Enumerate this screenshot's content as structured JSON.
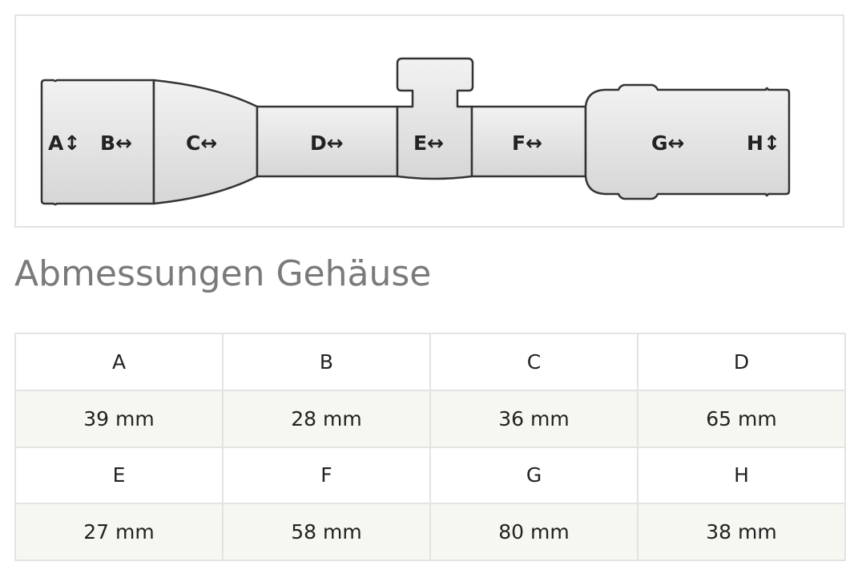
{
  "diagram": {
    "labels": [
      {
        "letter": "A",
        "arrow": "↕"
      },
      {
        "letter": "B",
        "arrow": "↔"
      },
      {
        "letter": "C",
        "arrow": "↔"
      },
      {
        "letter": "D",
        "arrow": "↔"
      },
      {
        "letter": "E",
        "arrow": "↔"
      },
      {
        "letter": "F",
        "arrow": "↔"
      },
      {
        "letter": "G",
        "arrow": "↔"
      },
      {
        "letter": "H",
        "arrow": "↕"
      }
    ],
    "fill_color": "#e6e6e6",
    "stroke_color": "#333333"
  },
  "title": "Abmessungen Gehäuse",
  "table": {
    "rows": [
      {
        "kind": "header",
        "cells": [
          "A",
          "B",
          "C",
          "D"
        ]
      },
      {
        "kind": "value",
        "cells": [
          "39 mm",
          "28 mm",
          "36 mm",
          "65 mm"
        ]
      },
      {
        "kind": "header",
        "cells": [
          "E",
          "F",
          "G",
          "H"
        ]
      },
      {
        "kind": "value",
        "cells": [
          "27 mm",
          "58 mm",
          "80 mm",
          "38 mm"
        ]
      }
    ]
  }
}
